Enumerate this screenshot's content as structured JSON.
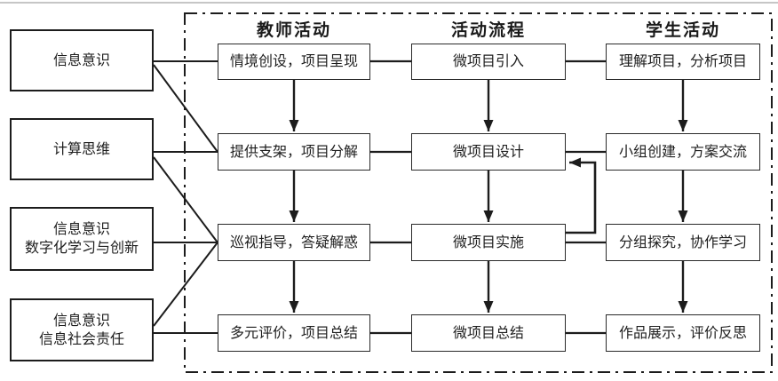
{
  "figure": {
    "columns": {
      "teacher": {
        "header": "教师活动",
        "boxes": [
          "情境创设，项目呈现",
          "提供支架，项目分解",
          "巡视指导，答疑解惑",
          "多元评价，项目总结"
        ]
      },
      "process": {
        "header": "活动流程",
        "boxes": [
          "微项目引入",
          "微项目设计",
          "微项目实施",
          "微项目总结"
        ]
      },
      "student": {
        "header": "学生活动",
        "boxes": [
          "理解项目，分析项目",
          "小组创建，方案交流",
          "分组探究，协作学习",
          "作品展示，评价反思"
        ]
      }
    },
    "literacies": [
      {
        "lines": [
          "信息意识"
        ]
      },
      {
        "lines": [
          "计算思维"
        ]
      },
      {
        "lines": [
          "信息意识",
          "数字化学习与创新"
        ]
      },
      {
        "lines": [
          "信息意识",
          "信息社会责任"
        ]
      }
    ],
    "colors": {
      "line": "#1c1c1c",
      "box_border": "#2a2a2a",
      "literacy_border": "#1c1c1c",
      "text": "#1e1e1e",
      "top_rule": "#c6c6c6",
      "background": "#ffffff"
    }
  }
}
